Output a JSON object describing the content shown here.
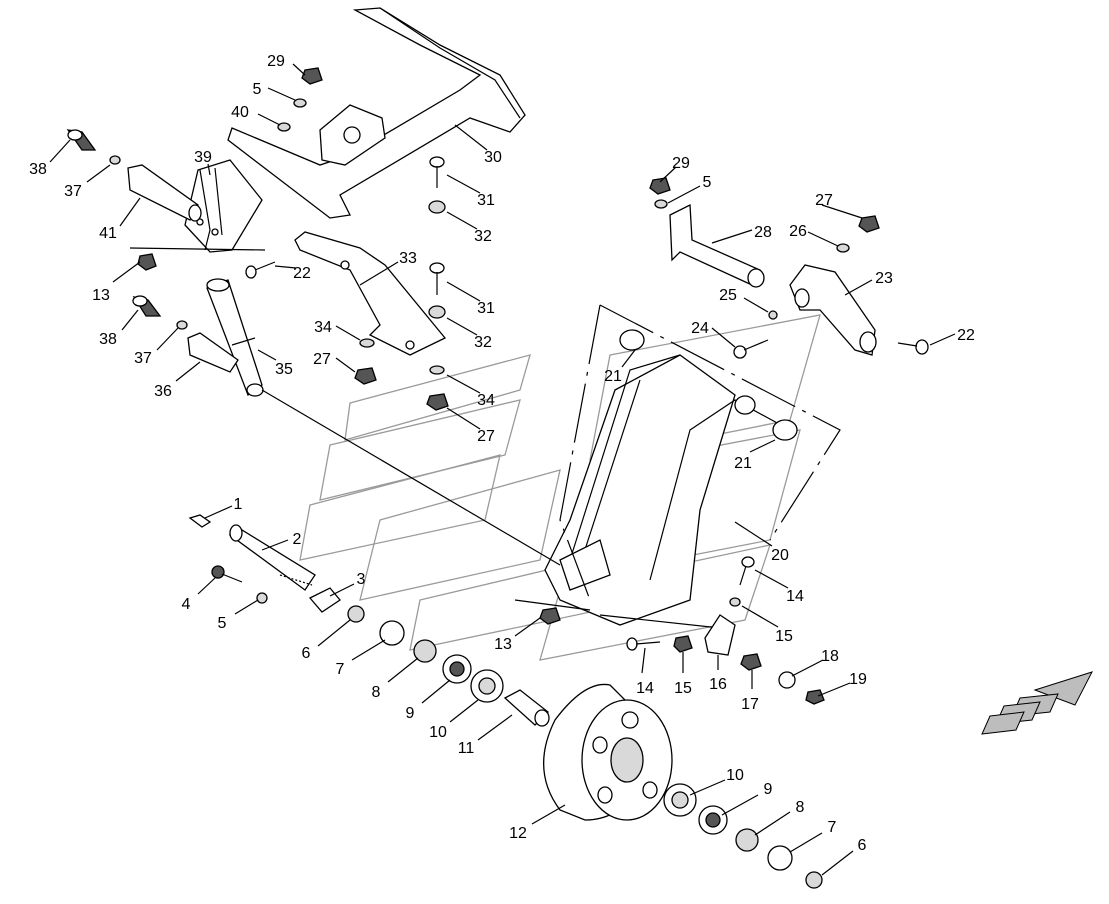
{
  "diagram": {
    "callouts": [
      {
        "id": "c29a",
        "text": "29"
      },
      {
        "id": "c5a",
        "text": "5"
      },
      {
        "id": "c40",
        "text": "40"
      },
      {
        "id": "c30",
        "text": "30"
      },
      {
        "id": "c39",
        "text": "39"
      },
      {
        "id": "c38a",
        "text": "38"
      },
      {
        "id": "c37a",
        "text": "37"
      },
      {
        "id": "c41",
        "text": "41"
      },
      {
        "id": "c13a",
        "text": "13"
      },
      {
        "id": "c22a",
        "text": "22"
      },
      {
        "id": "c31a",
        "text": "31"
      },
      {
        "id": "c32a",
        "text": "32"
      },
      {
        "id": "c33",
        "text": "33"
      },
      {
        "id": "c31b",
        "text": "31"
      },
      {
        "id": "c32b",
        "text": "32"
      },
      {
        "id": "c34a",
        "text": "34"
      },
      {
        "id": "c27a",
        "text": "27"
      },
      {
        "id": "c34b",
        "text": "34"
      },
      {
        "id": "c27b",
        "text": "27"
      },
      {
        "id": "c38b",
        "text": "38"
      },
      {
        "id": "c37b",
        "text": "37"
      },
      {
        "id": "c36",
        "text": "36"
      },
      {
        "id": "c35",
        "text": "35"
      },
      {
        "id": "c29b",
        "text": "29"
      },
      {
        "id": "c5b",
        "text": "5"
      },
      {
        "id": "c27c",
        "text": "27"
      },
      {
        "id": "c28",
        "text": "28"
      },
      {
        "id": "c26",
        "text": "26"
      },
      {
        "id": "c23",
        "text": "23"
      },
      {
        "id": "c25",
        "text": "25"
      },
      {
        "id": "c24",
        "text": "24"
      },
      {
        "id": "c22b",
        "text": "22"
      },
      {
        "id": "c21a",
        "text": "21"
      },
      {
        "id": "c21b",
        "text": "21"
      },
      {
        "id": "c20",
        "text": "20"
      },
      {
        "id": "c1",
        "text": "1"
      },
      {
        "id": "c2",
        "text": "2"
      },
      {
        "id": "c3",
        "text": "3"
      },
      {
        "id": "c4",
        "text": "4"
      },
      {
        "id": "c5c",
        "text": "5"
      },
      {
        "id": "c6a",
        "text": "6"
      },
      {
        "id": "c7a",
        "text": "7"
      },
      {
        "id": "c8a",
        "text": "8"
      },
      {
        "id": "c9a",
        "text": "9"
      },
      {
        "id": "c10a",
        "text": "10"
      },
      {
        "id": "c11",
        "text": "11"
      },
      {
        "id": "c12",
        "text": "12"
      },
      {
        "id": "c13b",
        "text": "13"
      },
      {
        "id": "c14a",
        "text": "14"
      },
      {
        "id": "c15a",
        "text": "15"
      },
      {
        "id": "c14b",
        "text": "14"
      },
      {
        "id": "c15b",
        "text": "15"
      },
      {
        "id": "c16",
        "text": "16"
      },
      {
        "id": "c17",
        "text": "17"
      },
      {
        "id": "c18",
        "text": "18"
      },
      {
        "id": "c19",
        "text": "19"
      },
      {
        "id": "c10b",
        "text": "10"
      },
      {
        "id": "c9b",
        "text": "9"
      },
      {
        "id": "c8b",
        "text": "8"
      },
      {
        "id": "c7b",
        "text": "7"
      },
      {
        "id": "c6b",
        "text": "6"
      }
    ],
    "colors": {
      "line": "#000000",
      "watermark": "#9a9a9a",
      "arrow_fill": "#bdbdbd"
    }
  }
}
